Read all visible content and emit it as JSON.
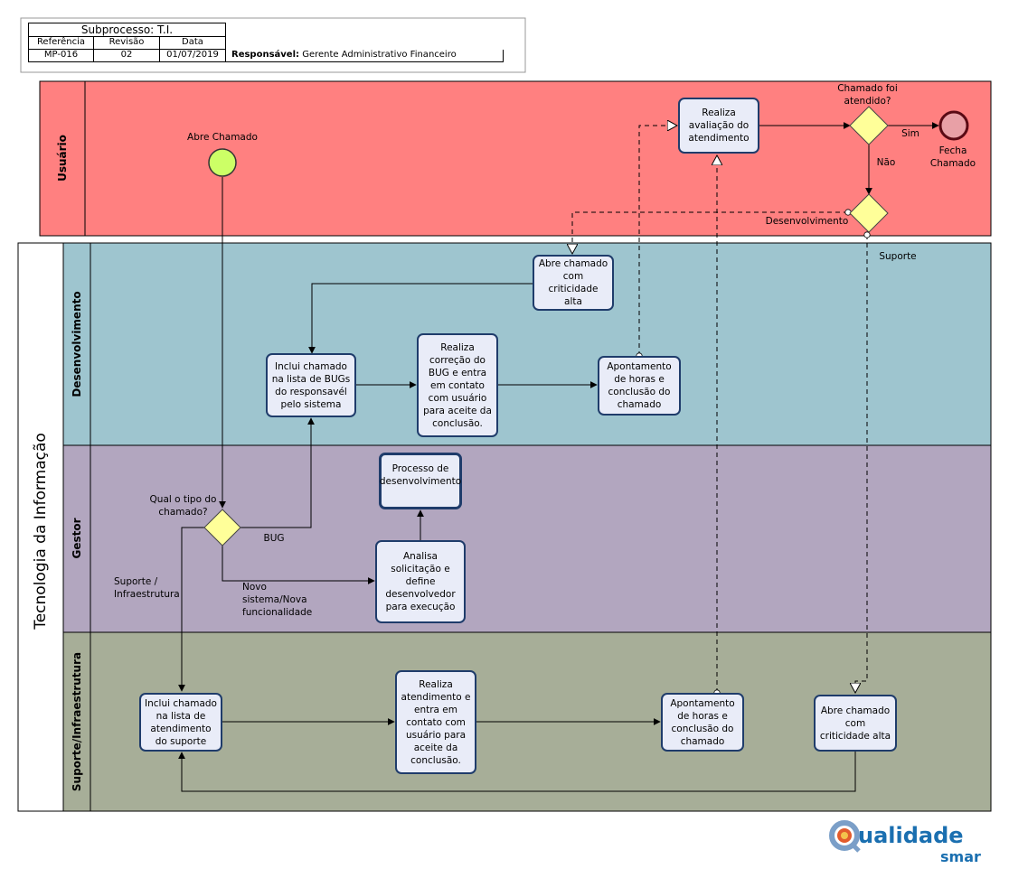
{
  "header": {
    "title": "Subprocesso: T.I.",
    "col_referencia": "Referência",
    "col_revisao": "Revisão",
    "col_data": "Data",
    "referencia": "MP-016",
    "revisao": "02",
    "data": "01/07/2019",
    "responsavel_label": "Responsável:",
    "responsavel_value": "Gerente Administrativo Financeiro"
  },
  "pools": {
    "usuario": "Usuário",
    "ti": "Tecnologia da Informação"
  },
  "lanes": {
    "desenvolvimento": "Desenvolvimento",
    "gestor": "Gestor",
    "suporte": "Suporte/Infraestrutura"
  },
  "colors": {
    "usuario_lane": "#ff8080",
    "desenvolvimento_lane": "#9ec5cf",
    "gestor_lane": "#b2a6bf",
    "suporte_lane": "#a7ae98",
    "task_fill": "#e9ecf8",
    "task_border": "#1f3c6b",
    "gateway_fill": "#ffff99",
    "start_fill": "#ccff66",
    "end_fill": "#e8a0a6"
  },
  "events": {
    "start": "Abre Chamado",
    "end": "Fecha Chamado"
  },
  "gateways": {
    "atendido": "Chamado foi atendido?",
    "tipo": "Qual o tipo do chamado?"
  },
  "tasks": {
    "avaliacao": "Realiza avaliação do atendimento",
    "abre_dev": "Abre chamado com criticidade alta",
    "inclui_bugs": "Inclui chamado na lista de BUGs do responsavél pelo sistema",
    "correcao": "Realiza correção do BUG e entra em contato com usuário para aceite da conclusão.",
    "apont_dev": "Apontamento de horas e conclusão do chamado",
    "processo_dev": "Processo de desenvolvimento",
    "analisa": "Analisa solicitação e define desenvolvedor para execução",
    "inclui_sup": "Inclui chamado na lista de atendimento do suporte",
    "atendimento": "Realiza atendimento e entra em contato com usuário para aceite da conclusão.",
    "apont_sup": "Apontamento de horas e conclusão do chamado",
    "abre_sup": "Abre chamado com criticidade alta"
  },
  "flow_labels": {
    "sim": "Sim",
    "nao": "Não",
    "desenvolvimento": "Desenvolvimento",
    "suporte": "Suporte",
    "bug": "BUG",
    "suporte_infra": "Suporte / Infraestrutura",
    "novo_sistema": "Novo sistema/Nova funcionalidade"
  },
  "logo": {
    "word": "ualidade",
    "brand": "smar"
  }
}
